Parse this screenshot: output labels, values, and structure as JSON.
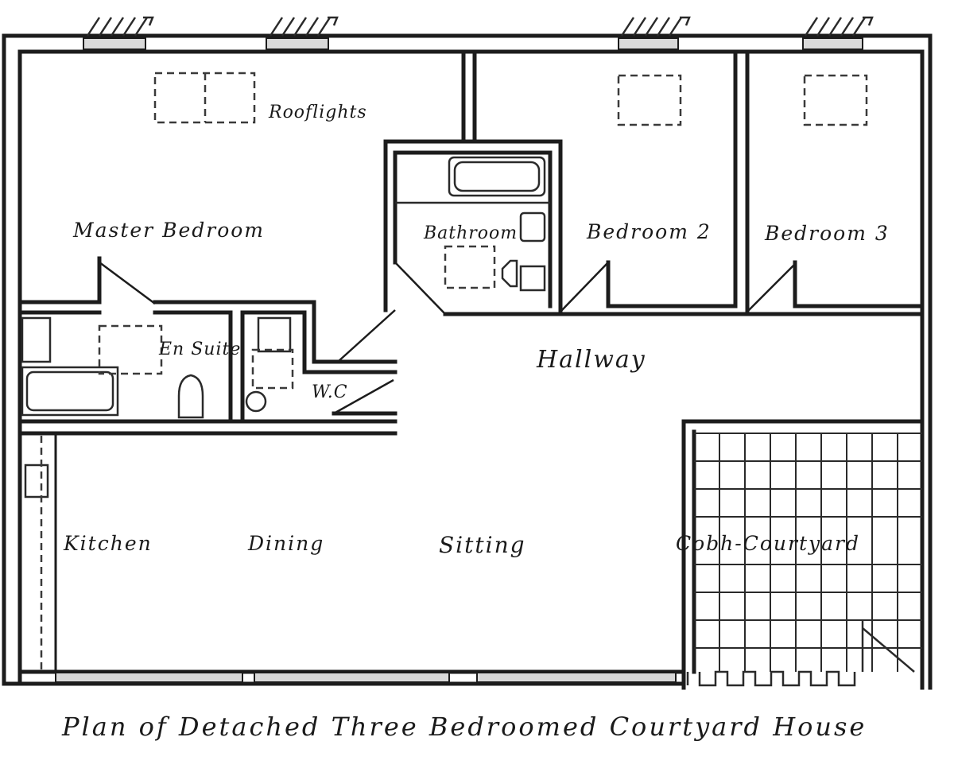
{
  "diagram": {
    "caption": "Plan of Detached Three Bedroomed Courtyard House",
    "rooms": {
      "master_bedroom": "Master Bedroom",
      "rooflights": "Rooflights",
      "bathroom": "Bathroom",
      "bedroom_2": "Bedroom 2",
      "bedroom_3": "Bedroom 3",
      "en_suite": "En Suite",
      "wc": "W.C",
      "hallway": "Hallway",
      "kitchen": "Kitchen",
      "dining": "Dining",
      "sitting": "Sitting",
      "courtyard": "Cobh-Courtyard"
    }
  }
}
